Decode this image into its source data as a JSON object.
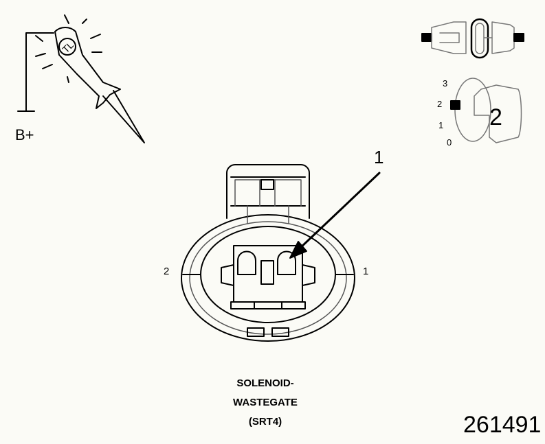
{
  "labels": {
    "b_plus": "B+",
    "callout_number": "1",
    "pin_left": "2",
    "pin_right": "1",
    "key_pos_3": "3",
    "key_pos_2": "2",
    "key_pos_1": "1",
    "key_pos_0": "0",
    "key_number": "2"
  },
  "caption": {
    "line1": "SOLENOID-",
    "line2": "WASTEGATE",
    "line3": "(SRT4)"
  },
  "figure_id": "261491",
  "colors": {
    "line": "#000000",
    "background": "#fbfbf6"
  }
}
